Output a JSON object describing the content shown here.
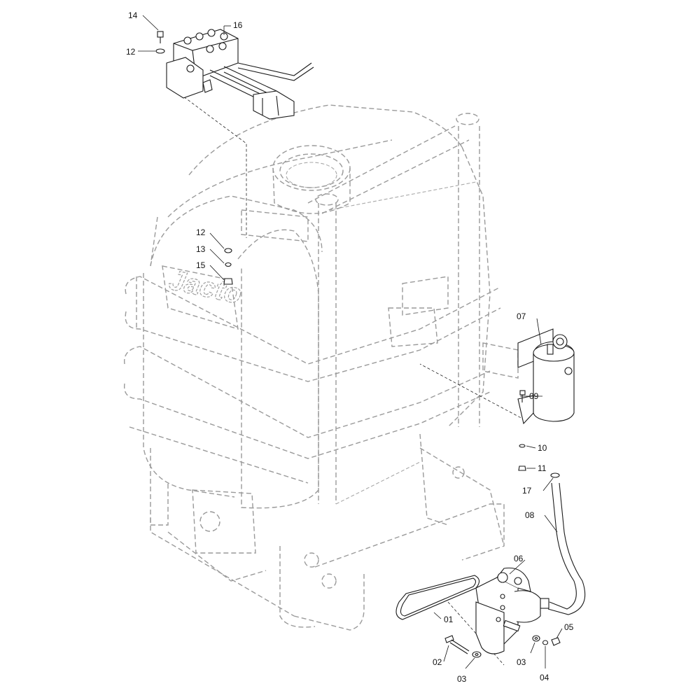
{
  "brand_text": "Jacto",
  "callouts": {
    "c14": "14",
    "c12_top": "12",
    "c16": "16",
    "c12_mid": "12",
    "c13": "13",
    "c15": "15",
    "c07": "07",
    "c09": "09",
    "c10": "10",
    "c11": "11",
    "c17": "17",
    "c08": "08",
    "c06": "06",
    "c01": "01",
    "c05": "05",
    "c02": "02",
    "c03_left": "03",
    "c03_right": "03",
    "c04": "04"
  },
  "colors": {
    "ghost_line": "#9a9a9a",
    "part_line": "#1a1a1a",
    "background": "#ffffff"
  }
}
